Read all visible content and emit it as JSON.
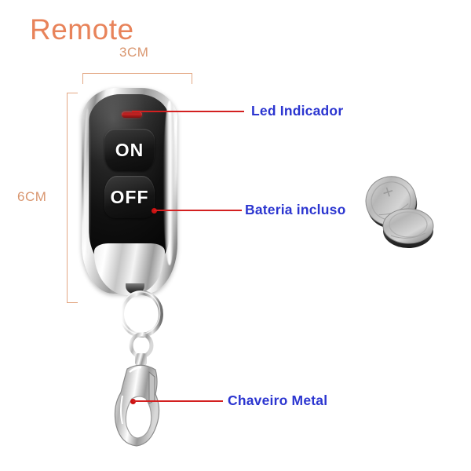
{
  "page": {
    "title": "Remote",
    "background_color": "#ffffff",
    "title_color": "#e8835a",
    "callout_text_color": "#2b35d0",
    "callout_line_color": "#d32020",
    "dimension_color": "#d9966f"
  },
  "dimensions": {
    "width_label": "3CM",
    "height_label": "6CM"
  },
  "remote": {
    "buttons": [
      {
        "label": "ON"
      },
      {
        "label": "OFF"
      }
    ],
    "led_color": "#c62424",
    "body_color": "#101010",
    "bezel_color": "#cfcfcf"
  },
  "callouts": [
    {
      "label": "Led Indicador"
    },
    {
      "label": "Bateria incluso"
    },
    {
      "label": "Chaveiro Metal"
    }
  ]
}
